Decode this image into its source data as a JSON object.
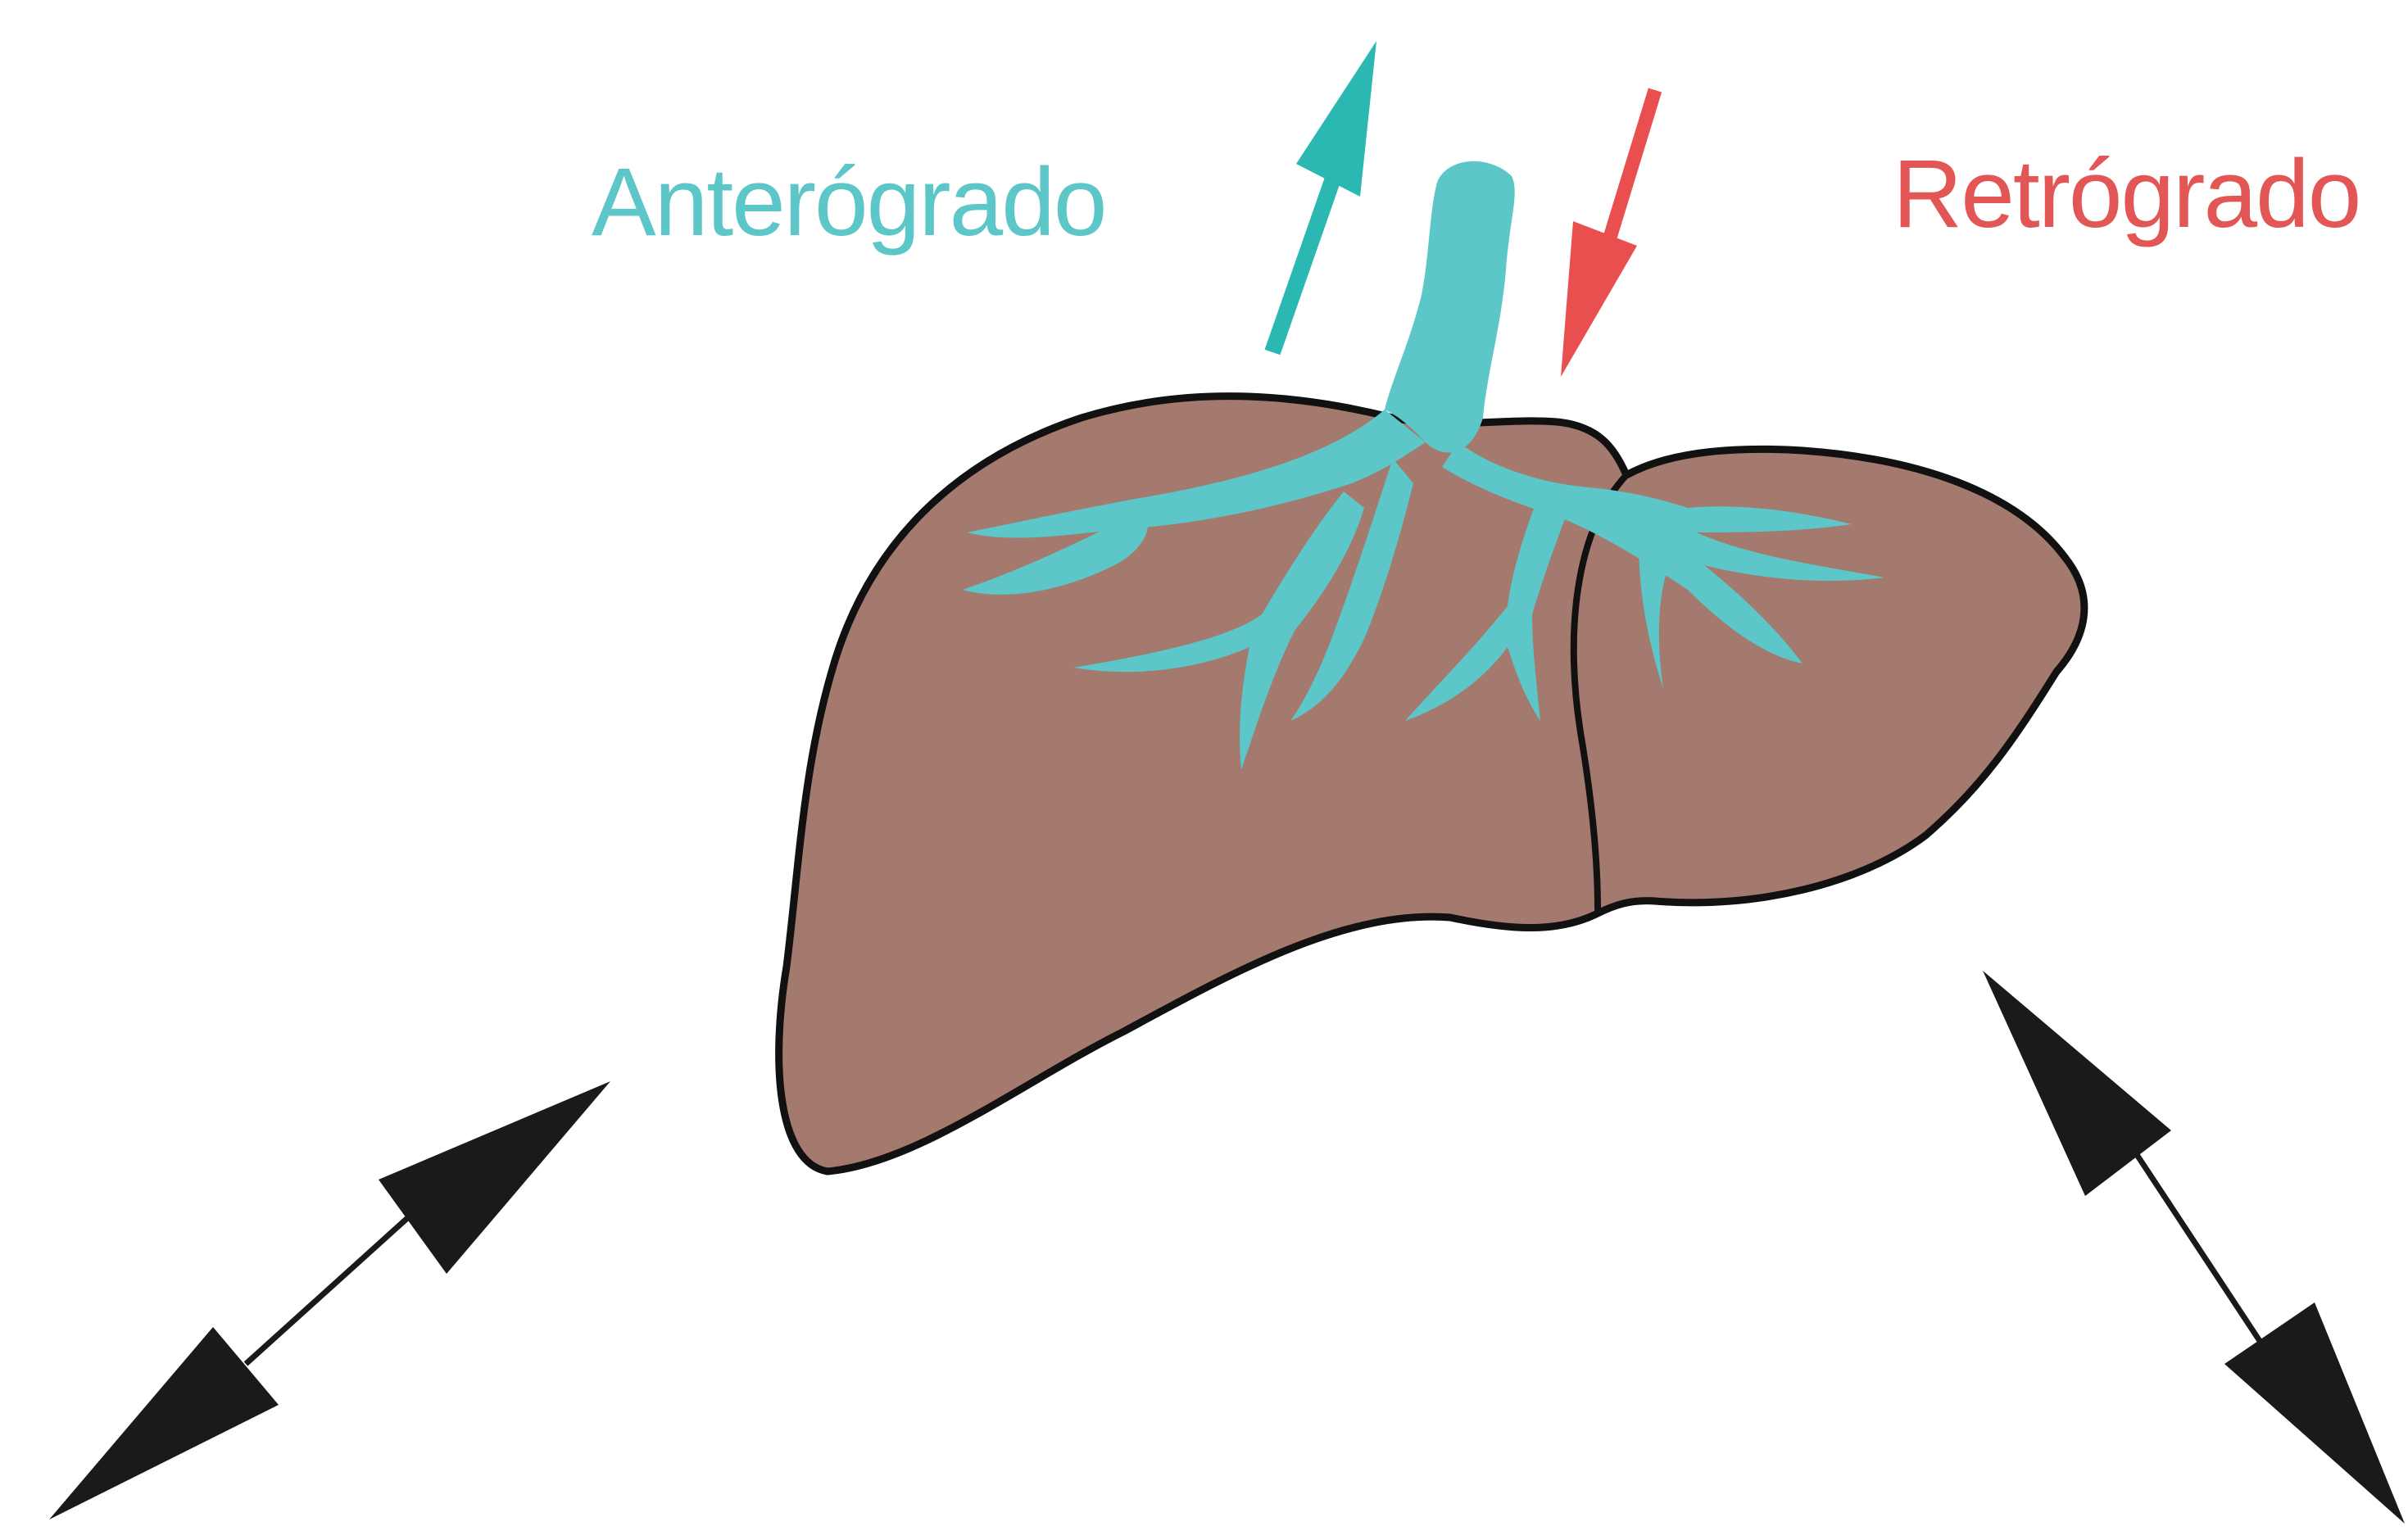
{
  "labels": {
    "antegrade": "Anterógrado",
    "retrograde": "Retrógrado"
  },
  "colors": {
    "antegrade": "#5cc6c8",
    "retrograde": "#e25656",
    "liver_fill": "#a47a6e",
    "liver_outline": "#111111",
    "vessel": "#5cc6c8",
    "antegrade_arrow": "#2bb8b3",
    "retrograde_arrow": "#ea4f4f",
    "motion_arrow": "#1a1a1a"
  },
  "icons": {
    "organ": "liver",
    "flow_up": "arrow-up",
    "flow_down": "arrow-down",
    "motion": "double-headed-arrow"
  }
}
